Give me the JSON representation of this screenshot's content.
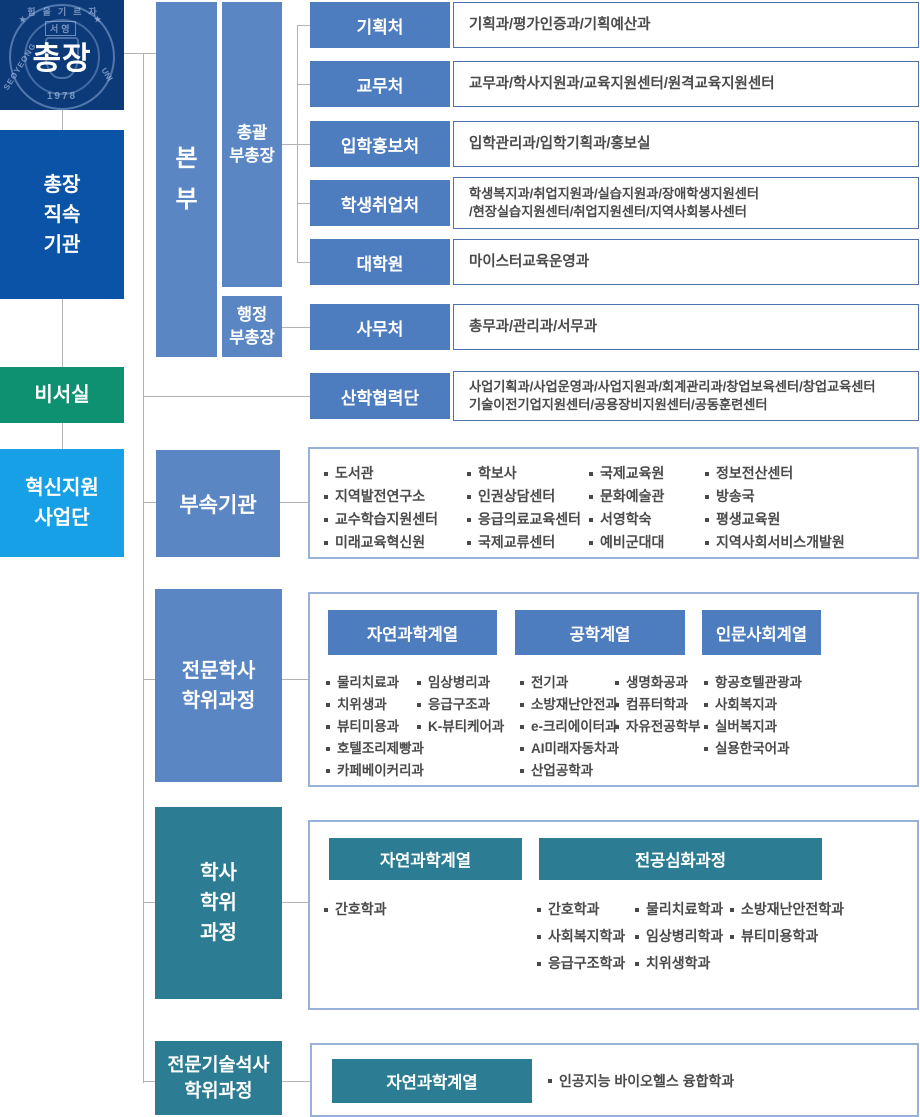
{
  "colors": {
    "president_bg": "#0c3a78",
    "direct_bg": "#0b53a7",
    "secretary_bg": "#0d9170",
    "innovation_bg": "#18a0e6",
    "steel": "#4e7dbf",
    "steel_light": "#5b86c4",
    "teal": "#2c7d93",
    "detail_border": "#4c73b0",
    "panel_border": "#97b1d9",
    "line": "#b3b3b3",
    "text": "#4a4a4a",
    "bullet": "#4a4a4a"
  },
  "president": {
    "label": "총장",
    "seal": {
      "motto": "힘을기르자",
      "star": "★",
      "name": "서영",
      "ring_left": "SEOYEONG",
      "year": "1978",
      "ring_right": "UNI"
    }
  },
  "sidebar": {
    "direct": {
      "lines": [
        "총장",
        "직속",
        "기관"
      ]
    },
    "secretary": {
      "lines": [
        "비서실"
      ]
    },
    "innovation": {
      "lines": [
        "혁신지원",
        "사업단"
      ]
    }
  },
  "hq": {
    "label_lines": [
      "본",
      "부"
    ],
    "general_vp_lines": [
      "총괄",
      "부총장"
    ],
    "admin_vp_lines": [
      "행정",
      "부총장"
    ],
    "rows": [
      {
        "label": "기획처",
        "detail": "기획과/평가인증과/기획예산과"
      },
      {
        "label": "교무처",
        "detail": "교무과/학사지원과/교육지원센터/원격교육지원센터"
      },
      {
        "label": "입학홍보처",
        "detail": "입학관리과/입학기획과/홍보실"
      },
      {
        "label": "학생취업처",
        "detail": "학생복지과/취업지원과/실습지원과/장애학생지원센터\n/현장실습지원센터/취업지원센터/지역사회봉사센터"
      },
      {
        "label": "대학원",
        "detail": "마이스터교육운영과"
      },
      {
        "label": "사무처",
        "detail": "총무과/관리과/서무과"
      },
      {
        "label": "산학협력단",
        "detail": "사업기획과/사업운영과/사업지원과/회계관리과/창업보육센터/창업교육센터\n기술이전기업지원센터/공용장비지원센터/공동훈련센터"
      }
    ]
  },
  "annex": {
    "label": "부속기관",
    "columns": [
      [
        "도서관",
        "지역발전연구소",
        "교수학습지원센터",
        "미래교육혁신원"
      ],
      [
        "학보사",
        "인권상담센터",
        "응급의료교육센터",
        "국제교류센터"
      ],
      [
        "국제교육원",
        "문화예술관",
        "서영학숙",
        "예비군대대"
      ],
      [
        "정보전산센터",
        "방송국",
        "평생교육원",
        "지역사회서비스개발원"
      ]
    ]
  },
  "associate": {
    "label_lines": [
      "전문학사",
      "학위과정"
    ],
    "groups": [
      {
        "header": "자연과학계열",
        "columns": [
          [
            "물리치료과",
            "치위생과",
            "뷰티미용과",
            "호텔조리제빵과",
            "카페베이커리과"
          ],
          [
            "임상병리과",
            "응급구조과",
            "K-뷰티케어과"
          ]
        ]
      },
      {
        "header": "공학계열",
        "columns": [
          [
            "전기과",
            "소방재난안전과",
            "e-크리에이터과",
            "AI미래자동차과",
            "산업공학과"
          ],
          [
            "생명화공과",
            "컴퓨터학과",
            "자유전공학부"
          ]
        ]
      },
      {
        "header": "인문사회계열",
        "columns": [
          [
            "항공호텔관광과",
            "사회복지과",
            "실버복지과",
            "실용한국어과"
          ]
        ]
      }
    ]
  },
  "bachelor": {
    "label_lines": [
      "학사",
      "학위",
      "과정"
    ],
    "groups": [
      {
        "header": "자연과학계열",
        "columns": [
          [
            "간호학과"
          ]
        ]
      },
      {
        "header": "전공심화과정",
        "columns": [
          [
            "간호학과",
            "사회복지학과",
            "응급구조학과"
          ],
          [
            "물리치료학과",
            "임상병리학과",
            "치위생학과"
          ],
          [
            "소방재난안전학과",
            "뷰티미용학과"
          ]
        ]
      }
    ]
  },
  "master": {
    "label_lines": [
      "전문기술석사",
      "학위과정"
    ],
    "groups": [
      {
        "header": "자연과학계열",
        "columns": [
          [
            "인공지능 바이오헬스 융합학과"
          ]
        ]
      }
    ]
  }
}
